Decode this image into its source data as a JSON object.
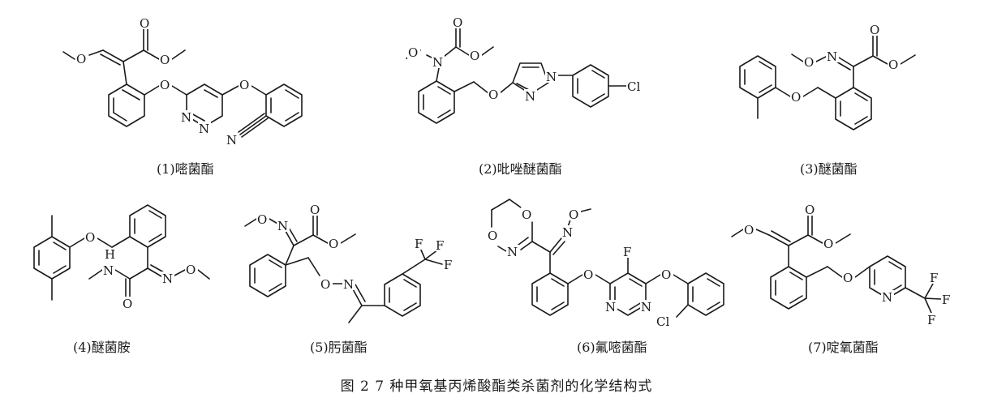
{
  "figure": {
    "caption": "图 2   7 种甲氧基丙烯酸酯类杀菌剂的化学结构式",
    "compounds": [
      {
        "label": "(1)嘧菌酯",
        "atoms": [
          "O",
          "O",
          "O",
          "O",
          "O",
          "N",
          "N",
          "N"
        ]
      },
      {
        "label": "(2)吡唑醚菌酯",
        "atoms": [
          "O",
          "N",
          "O",
          "O",
          "O",
          "N",
          "N",
          "Cl"
        ]
      },
      {
        "label": "(3)醚菌酯",
        "atoms": [
          "O",
          "N",
          "O",
          "O",
          "O"
        ]
      },
      {
        "label": "(4)醚菌胺",
        "atoms": [
          "O",
          "H",
          "N",
          "N",
          "O",
          "O"
        ]
      },
      {
        "label": "(5)肟菌酯",
        "atoms": [
          "O",
          "N",
          "O",
          "O",
          "O",
          "N",
          "F",
          "F",
          "F"
        ]
      },
      {
        "label": "(6)氟嘧菌酯",
        "atoms": [
          "O",
          "O",
          "N",
          "N",
          "O",
          "F",
          "O",
          "O",
          "N",
          "N",
          "Cl"
        ]
      },
      {
        "label": "(7)啶氧菌酯",
        "atoms": [
          "O",
          "O",
          "O",
          "O",
          "N",
          "F",
          "F",
          "F"
        ]
      }
    ]
  }
}
